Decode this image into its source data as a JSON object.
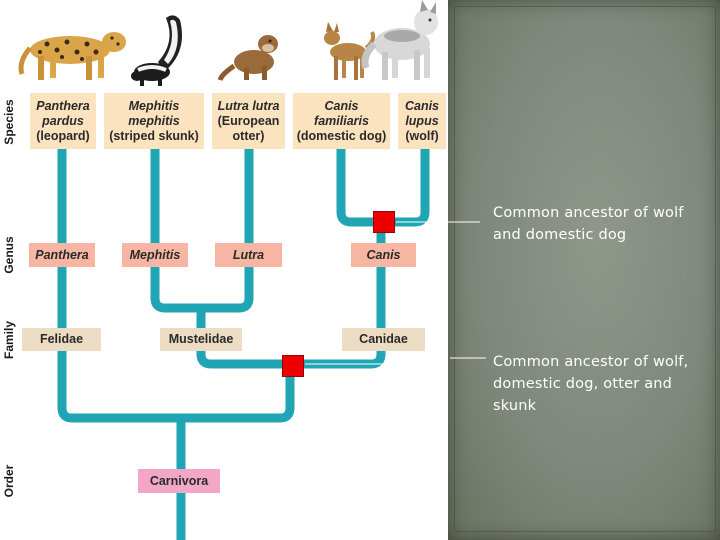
{
  "ranks": {
    "species": "Species",
    "genus": "Genus",
    "family": "Family",
    "order": "Order"
  },
  "species": [
    {
      "line1": "Panthera",
      "line2": "pardus",
      "line3": "(leopard)"
    },
    {
      "line1": "Mephitis",
      "line2": "mephitis",
      "line3": "(striped skunk)"
    },
    {
      "line1": "Lutra lutra",
      "line2": "(European",
      "line3": "otter)"
    },
    {
      "line1": "Canis",
      "line2": "familiaris",
      "line3": "(domestic dog)"
    },
    {
      "line1": "Canis",
      "line2": "lupus",
      "line3": "(wolf)"
    }
  ],
  "genus": [
    "Panthera",
    "Mephitis",
    "Lutra",
    "Canis"
  ],
  "family": [
    "Felidae",
    "Mustelidae",
    "Canidae"
  ],
  "order": "Carnivora",
  "annotations": {
    "wolf_dog": "Common ancestor of wolf and domestic dog",
    "wolf_dog_otter_skunk": "Common ancestor of wolf, domestic dog, otter and skunk"
  },
  "colors": {
    "branch": "#1fa5b4",
    "species_box": "#fbe3bf",
    "genus_box": "#f7b6a3",
    "family_box": "#ecdcc3",
    "order_box": "#f2a7c6",
    "ancestor_marker": "#ee0000"
  },
  "icons": [
    "leopard-illustration",
    "skunk-illustration",
    "otter-illustration",
    "dog-illustration",
    "wolf-illustration"
  ]
}
